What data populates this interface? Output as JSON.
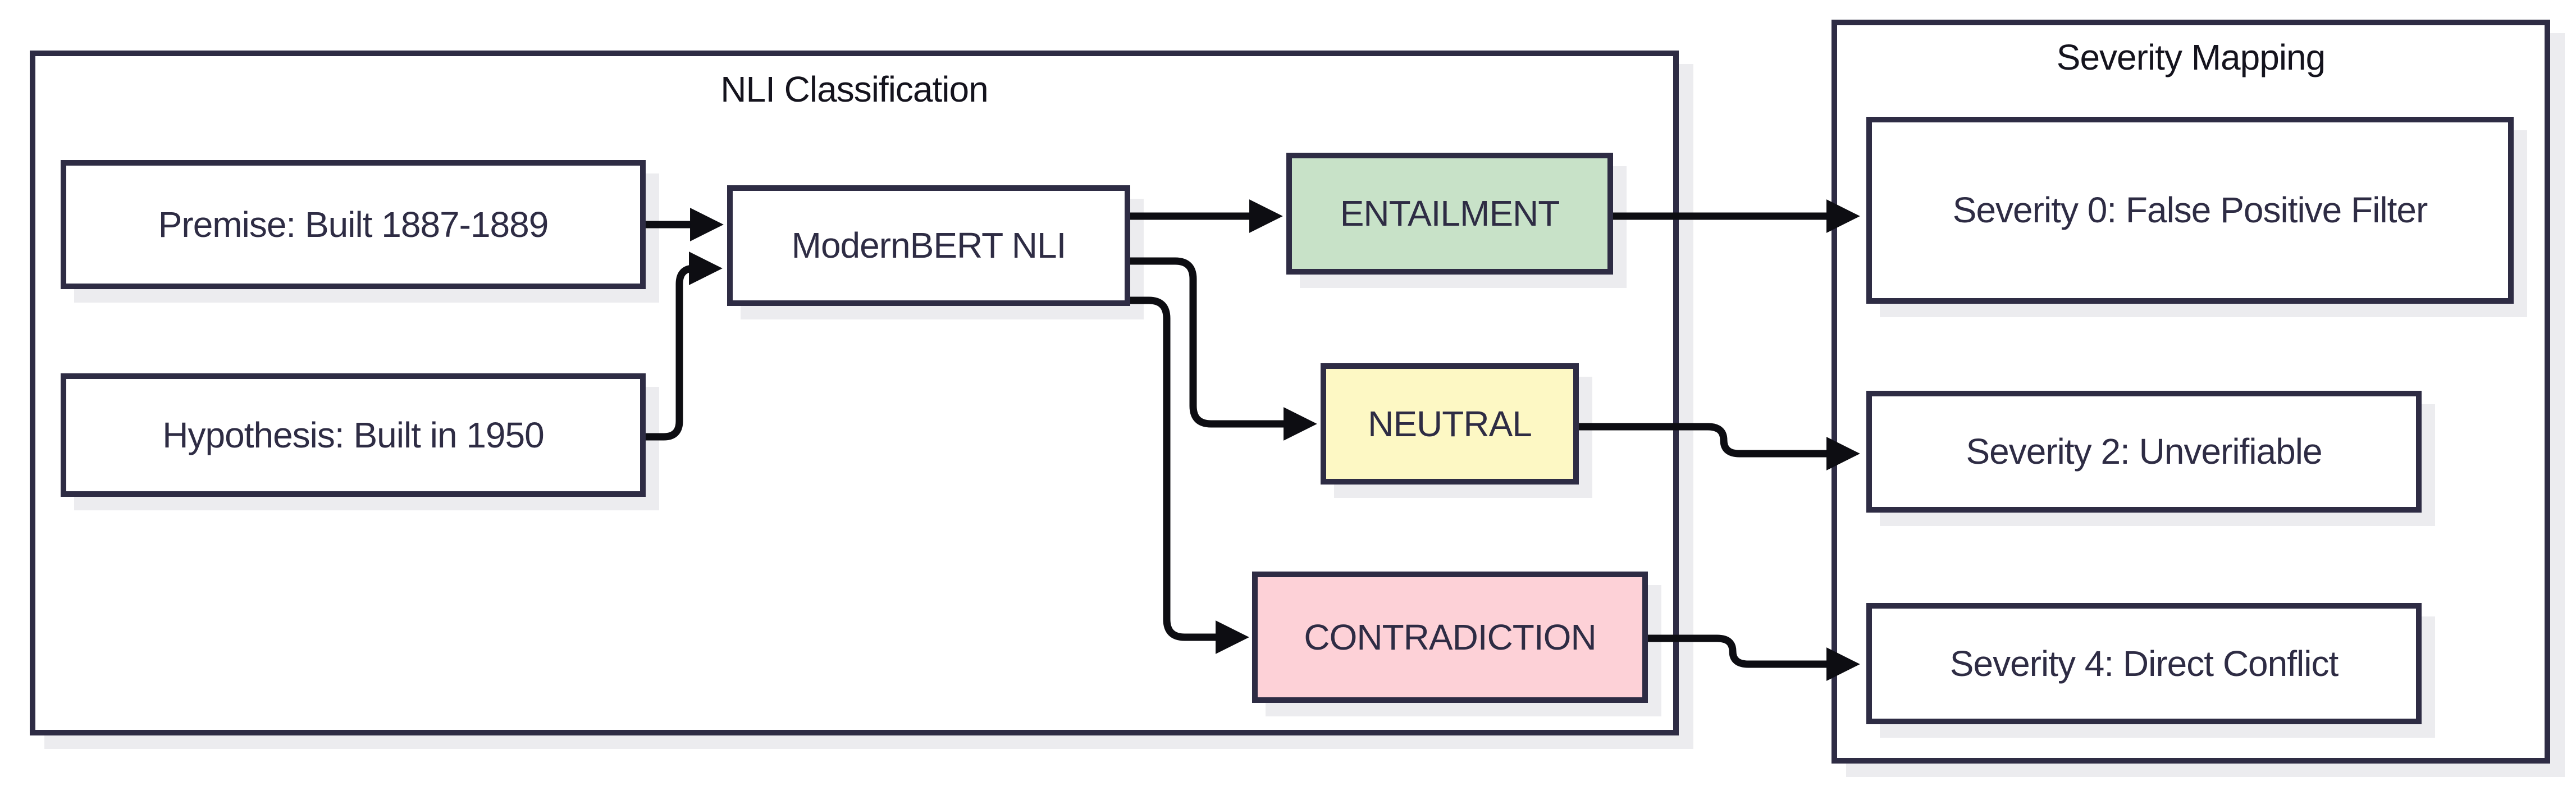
{
  "groups": {
    "nli": {
      "title": "NLI Classification"
    },
    "severity": {
      "title": "Severity Mapping"
    }
  },
  "nodes": {
    "premise": {
      "label": "Premise: Built 1887-1889",
      "fill": "#ffffff"
    },
    "hypothesis": {
      "label": "Hypothesis: Built in 1950",
      "fill": "#ffffff"
    },
    "model": {
      "label": "ModernBERT NLI",
      "fill": "#ffffff"
    },
    "entailment": {
      "label": "ENTAILMENT",
      "fill": "#c8e2c8"
    },
    "neutral": {
      "label": "NEUTRAL",
      "fill": "#fdf8c4"
    },
    "contradiction": {
      "label": "CONTRADICTION",
      "fill": "#fdd1d7"
    },
    "severity0": {
      "label": "Severity 0: False Positive Filter",
      "fill": "#ffffff"
    },
    "severity2": {
      "label": "Severity 2: Unverifiable",
      "fill": "#ffffff"
    },
    "severity4": {
      "label": "Severity 4: Direct Conflict",
      "fill": "#ffffff"
    }
  },
  "edges": [
    {
      "from": "premise",
      "to": "model"
    },
    {
      "from": "hypothesis",
      "to": "model"
    },
    {
      "from": "model",
      "to": "entailment"
    },
    {
      "from": "model",
      "to": "neutral"
    },
    {
      "from": "model",
      "to": "contradiction"
    },
    {
      "from": "entailment",
      "to": "severity0"
    },
    {
      "from": "neutral",
      "to": "severity2"
    },
    {
      "from": "contradiction",
      "to": "severity4"
    }
  ],
  "colors": {
    "node_border": "#2e2c44",
    "node_text": "#2e2c44",
    "group_title_text": "#14131d",
    "arrow": "#0d0d12",
    "entailment_fill": "#c8e2c8",
    "neutral_fill": "#fdf8c4",
    "contradiction_fill": "#fdd1d7",
    "shadow": "#ececef",
    "background": "#ffffff"
  }
}
